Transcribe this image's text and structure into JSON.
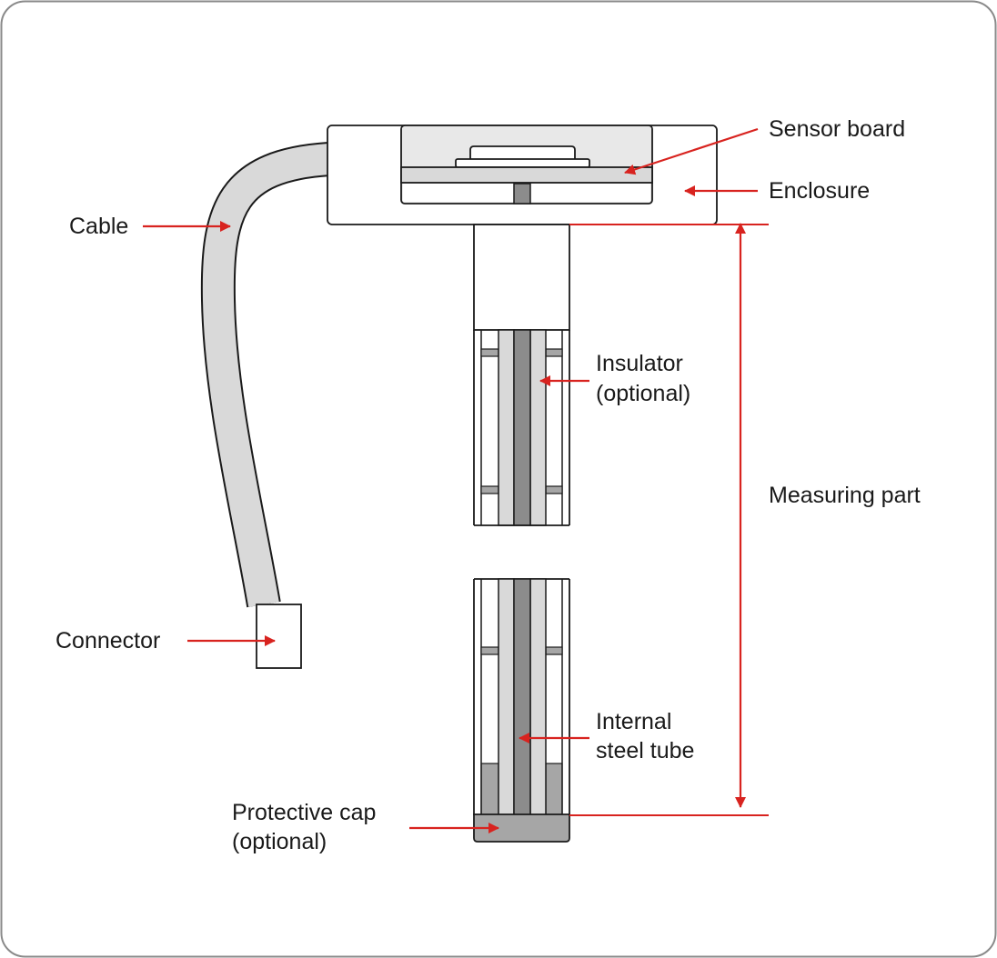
{
  "labels": {
    "sensor_board": "Sensor board",
    "enclosure": "Enclosure",
    "cable": "Cable",
    "insulator_line1": "Insulator",
    "insulator_line2": "(optional)",
    "measuring_part": "Measuring part",
    "connector": "Connector",
    "internal_line1": "Internal",
    "internal_line2": "steel tube",
    "cap_line1": "Protective cap",
    "cap_line2": "(optional)"
  },
  "colors": {
    "arrow": "#d8231f",
    "outline": "#1a1a1a",
    "light_gray": "#d9d9d9",
    "mid_gray": "#a6a6a6",
    "dark_gray": "#8c8c8c",
    "panel_gray": "#e8e8e8",
    "border": "#8a8a8a"
  }
}
